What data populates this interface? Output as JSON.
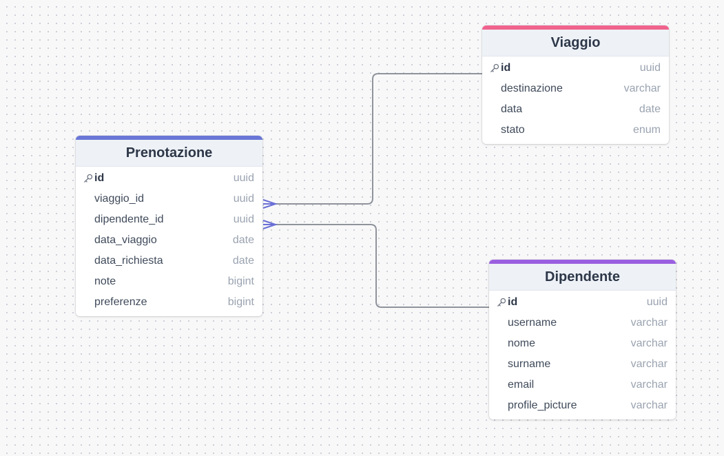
{
  "tables": [
    {
      "id": "viaggio",
      "name": "Viaggio",
      "accent": "#f0638d",
      "columns": [
        {
          "name": "id",
          "type": "uuid",
          "pk": true
        },
        {
          "name": "destinazione",
          "type": "varchar"
        },
        {
          "name": "data",
          "type": "date"
        },
        {
          "name": "stato",
          "type": "enum"
        }
      ]
    },
    {
      "id": "prenotazione",
      "name": "Prenotazione",
      "accent": "#6a77d6",
      "columns": [
        {
          "name": "id",
          "type": "uuid",
          "pk": true
        },
        {
          "name": "viaggio_id",
          "type": "uuid"
        },
        {
          "name": "dipendente_id",
          "type": "uuid"
        },
        {
          "name": "data_viaggio",
          "type": "date"
        },
        {
          "name": "data_richiesta",
          "type": "date"
        },
        {
          "name": "note",
          "type": "bigint"
        },
        {
          "name": "preferenze",
          "type": "bigint"
        }
      ]
    },
    {
      "id": "dipendente",
      "name": "Dipendente",
      "accent": "#9a5fe0",
      "columns": [
        {
          "name": "id",
          "type": "uuid",
          "pk": true
        },
        {
          "name": "username",
          "type": "varchar"
        },
        {
          "name": "nome",
          "type": "varchar"
        },
        {
          "name": "surname",
          "type": "varchar"
        },
        {
          "name": "email",
          "type": "varchar"
        },
        {
          "name": "profile_picture",
          "type": "varchar"
        }
      ]
    }
  ],
  "relations": [
    {
      "from": "prenotazione.viaggio_id",
      "to": "viaggio.id",
      "cardinality": "many-to-one"
    },
    {
      "from": "prenotazione.dipendente_id",
      "to": "dipendente.id",
      "cardinality": "many-to-one"
    }
  ],
  "colors": {
    "line": "#8f939b",
    "crowfoot": "#6a6fd6"
  }
}
